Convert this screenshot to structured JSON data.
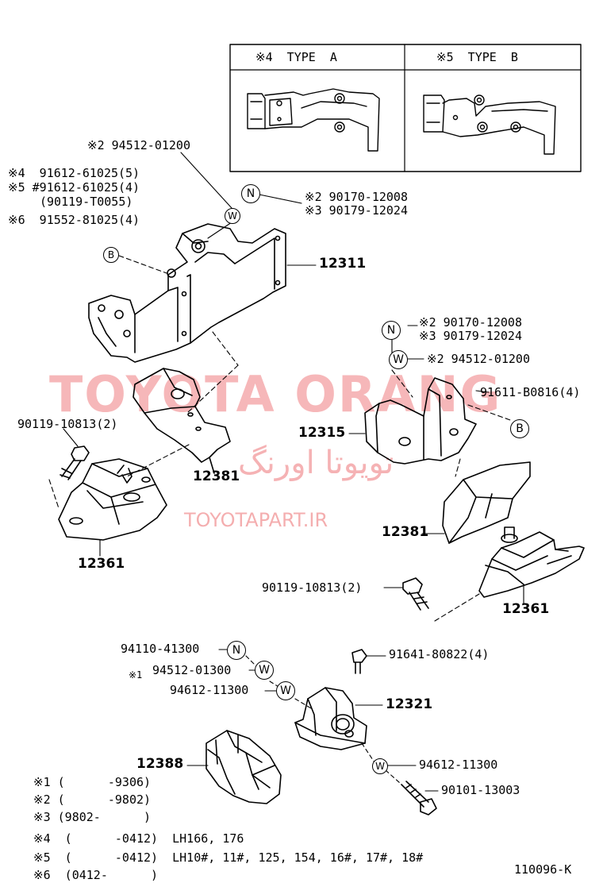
{
  "watermark": {
    "brand": "TOYOTA ORANG",
    "site": "TOYOTAPART.IR",
    "persian": "تویوتا اورنگ"
  },
  "types_box": {
    "type_a": "※4  TYPE  A",
    "type_b": "※5  TYPE  B"
  },
  "part_numbers": {
    "p_94512_01200_top": "※2 94512-01200",
    "p_91612_61025_5": "※4  91612-61025(5)",
    "p_91612_61025_4": "※5 #91612-61025(4)",
    "p_90119_T0055": "(90119-T0055)",
    "p_91552_81025": "※6  91552-81025(4)",
    "p_90170_12008_a": "※2 90170-12008",
    "p_90179_12024_a": "※3 90179-12024",
    "p_12311": "12311",
    "p_90170_12008_b": "※2 90170-12008",
    "p_90179_12024_b": "※3 90179-12024",
    "p_94512_01200_b": "※2 94512-01200",
    "p_91611_B0816": "91611-B0816(4)",
    "p_90119_10813_a": "90119-10813(2)",
    "p_12315": "12315",
    "p_12381_a": "12381",
    "p_12381_b": "12381",
    "p_12361_a": "12361",
    "p_12361_b": "12361",
    "p_90119_10813_b": "90119-10813(2)",
    "p_94110_41300": "94110-41300",
    "p_94512_01300": "94512-01300",
    "p_94612_11300_a": "94612-11300",
    "p_91641_80822": "91641-80822(4)",
    "p_12321": "12321",
    "p_12388": "12388",
    "p_94612_11300_b": "94612-11300",
    "p_90101_13003": "90101-13003",
    "mark_1": "※1"
  },
  "markers": {
    "N": "N",
    "W": "W",
    "B": "B"
  },
  "notes": [
    "※1 (      -9306)",
    "※2 (      -9802)",
    "※3 (9802-      )",
    "※4  (      -0412)  LH166, 176",
    "※5  (      -0412)  LH10#, 11#, 125, 154, 16#, 17#, 18#",
    "※6  (0412-      )"
  ],
  "diagram_code": "110096-K"
}
